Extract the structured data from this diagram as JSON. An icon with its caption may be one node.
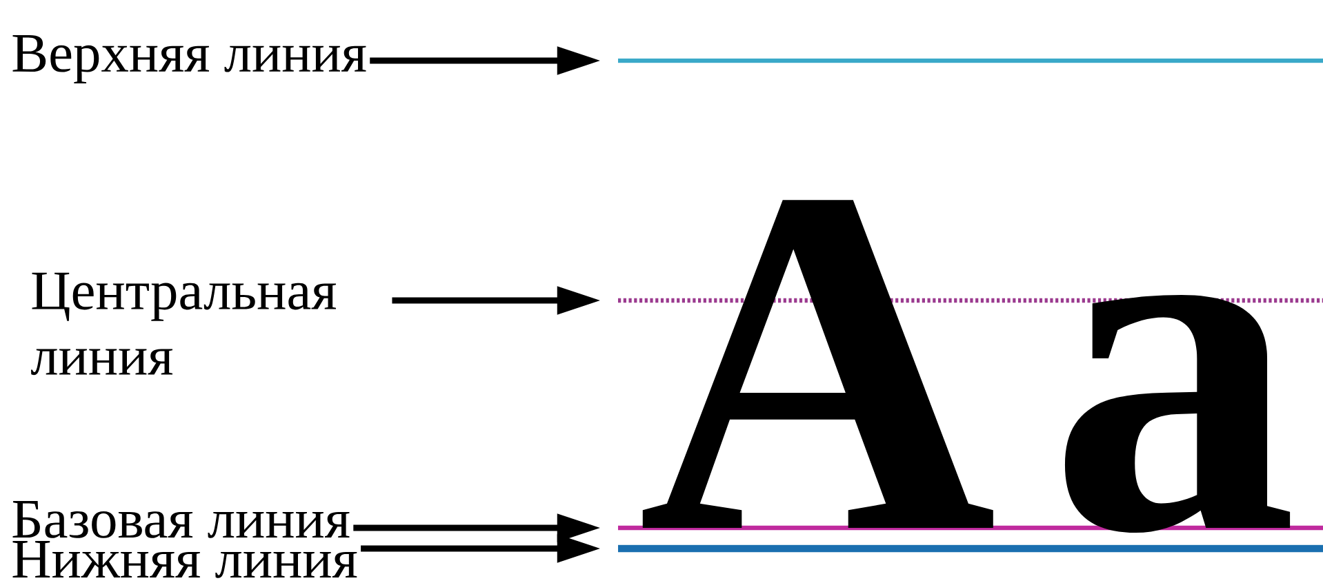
{
  "diagram": {
    "nodes": [
      {
        "text": [
          "Верхняя линия"
        ]
      },
      {
        "text": [],
        "shape": "line"
      },
      {
        "text": [
          "Центральная линия"
        ]
      },
      {
        "text": [],
        "shape": "line"
      },
      {
        "text": [
          "Базовая линия"
        ]
      },
      {
        "text": [],
        "shape": "line"
      },
      {
        "text": [
          "Нижняя линия"
        ]
      },
      {
        "text": [],
        "shape": "line"
      }
    ],
    "edges": [
      {
        "from": 0,
        "to": 1,
        "arrow": "to"
      },
      {
        "from": 2,
        "to": 3,
        "arrow": "to"
      },
      {
        "from": 4,
        "to": 5,
        "arrow": "to"
      },
      {
        "from": 6,
        "to": 7,
        "arrow": "to"
      }
    ],
    "labels": [
      "A",
      "a"
    ]
  }
}
